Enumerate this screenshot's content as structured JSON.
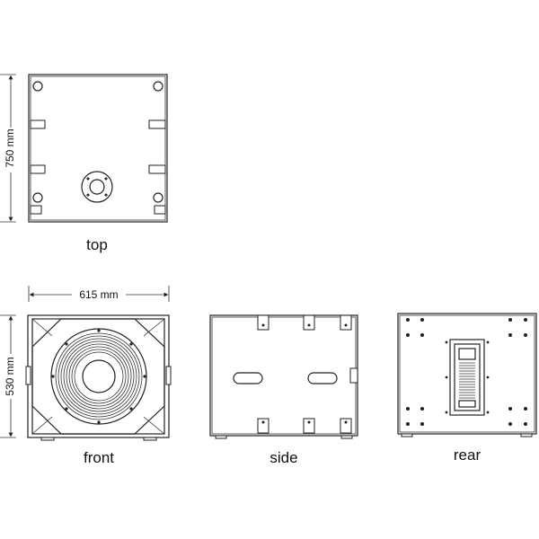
{
  "views": {
    "top": "top",
    "front": "front",
    "side": "side",
    "rear": "rear"
  },
  "dimensions": {
    "depth": "750 mm",
    "width": "615 mm",
    "height": "530 mm"
  }
}
